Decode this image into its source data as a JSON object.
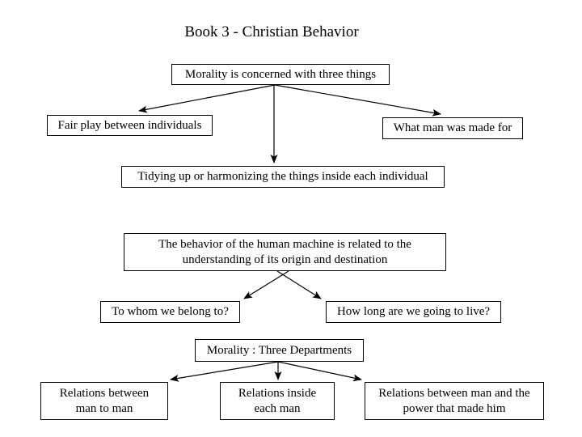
{
  "title": "Book 3 - Christian Behavior",
  "colors": {
    "background": "#ffffff",
    "box_border": "#000000",
    "text": "#000000",
    "arrow": "#000000"
  },
  "diagram": {
    "nodes": [
      {
        "id": "morality-concern",
        "text": "Morality is concerned with three things"
      },
      {
        "id": "fair-play",
        "text": "Fair play between individuals"
      },
      {
        "id": "what-man",
        "text": "What man was made for"
      },
      {
        "id": "tidying",
        "text": "Tidying up or harmonizing the things inside each individual"
      },
      {
        "id": "behavior-machine",
        "lines": [
          "The behavior of the human machine is related to the",
          "understanding of its origin and destination"
        ]
      },
      {
        "id": "to-whom",
        "text": "To whom we belong to?"
      },
      {
        "id": "how-long",
        "text": "How long are we going to live?"
      },
      {
        "id": "three-departments",
        "text": "Morality : Three Departments"
      },
      {
        "id": "rel-man-man",
        "lines": [
          "Relations between",
          "man to man"
        ]
      },
      {
        "id": "rel-inside",
        "lines": [
          "Relations inside",
          "each man"
        ]
      },
      {
        "id": "rel-power",
        "lines": [
          "Relations between man and the",
          "power that made him"
        ]
      }
    ],
    "edges": [
      {
        "from": "morality-concern",
        "to": "fair-play"
      },
      {
        "from": "morality-concern",
        "to": "what-man"
      },
      {
        "from": "morality-concern",
        "to": "tidying"
      },
      {
        "from": "behavior-machine",
        "to": "to-whom"
      },
      {
        "from": "behavior-machine",
        "to": "how-long"
      },
      {
        "from": "three-departments",
        "to": "rel-man-man"
      },
      {
        "from": "three-departments",
        "to": "rel-inside"
      },
      {
        "from": "three-departments",
        "to": "rel-power"
      }
    ]
  }
}
